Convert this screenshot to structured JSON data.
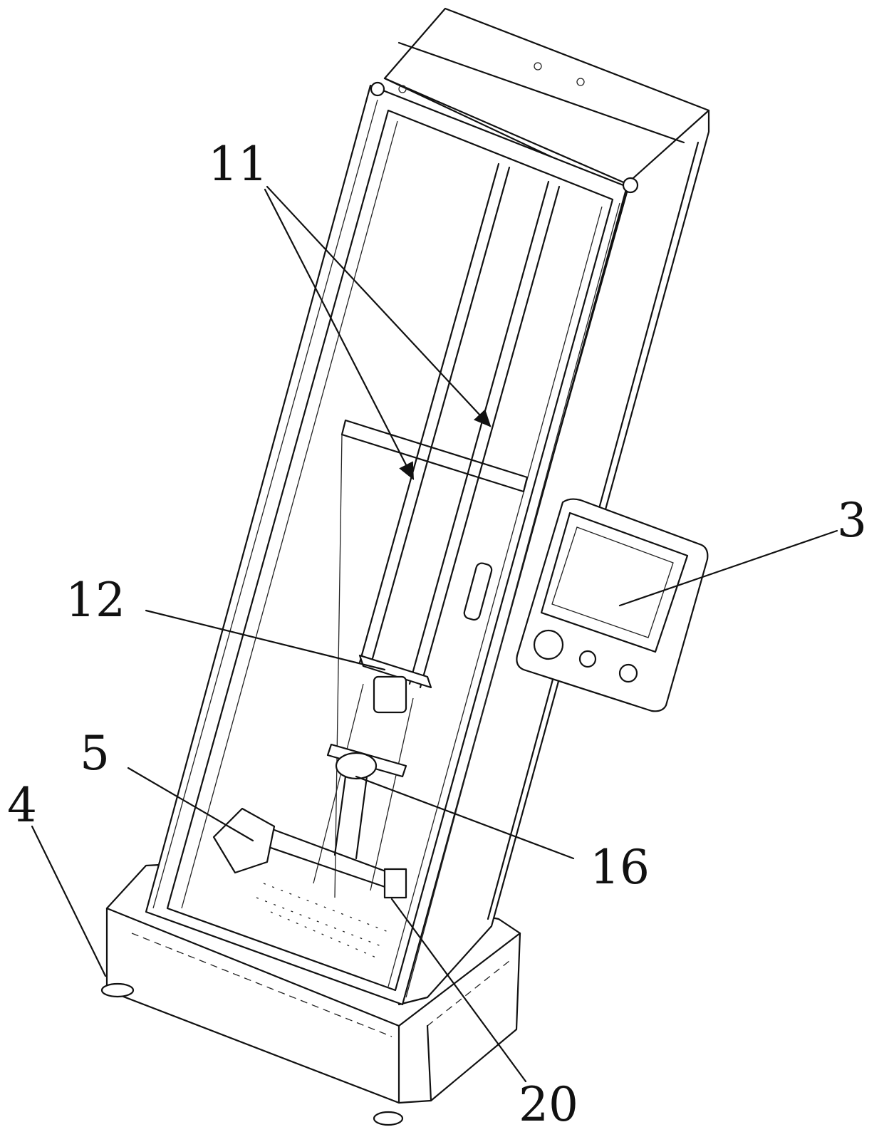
{
  "figure": {
    "labels": {
      "guide_rails": "11",
      "control_panel": "3",
      "crosshead": "12",
      "motor": "5",
      "foot": "4",
      "clamp": "16",
      "base_fixture": "20"
    },
    "colors": {
      "line": "#111111",
      "background": "#ffffff"
    }
  }
}
